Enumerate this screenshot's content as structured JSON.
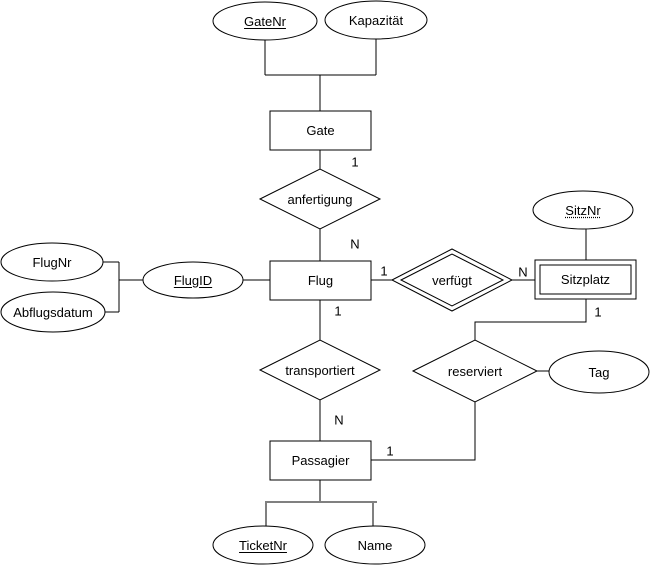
{
  "diagram_type": "entity-relationship",
  "colors": {
    "background": "#ffffff",
    "stroke": "#000000",
    "fill": "#ffffff",
    "text": "#000000",
    "bracket_gray": "#808080"
  },
  "entities": {
    "gate": {
      "label": "Gate",
      "weak": false
    },
    "flug": {
      "label": "Flug",
      "weak": false
    },
    "sitzplatz": {
      "label": "Sitzplatz",
      "weak": true
    },
    "passagier": {
      "label": "Passagier",
      "weak": false
    }
  },
  "relationships": {
    "anfertigung": {
      "label": "anfertigung",
      "identifying": false
    },
    "verfuegt": {
      "label": "verfügt",
      "identifying": true
    },
    "transportiert": {
      "label": "transportiert",
      "identifying": false
    },
    "reserviert": {
      "label": "reserviert",
      "identifying": false
    }
  },
  "attributes": {
    "gatenr": {
      "label": "GateNr",
      "underline": "solid",
      "attached_to": "Gate"
    },
    "kapazitaet": {
      "label": "Kapazität",
      "underline": "none",
      "attached_to": "Gate"
    },
    "flugnr": {
      "label": "FlugNr",
      "underline": "none",
      "attached_to": "Flug"
    },
    "abflugsdatum": {
      "label": "Abflugsdatum",
      "underline": "none",
      "attached_to": "Flug"
    },
    "flugid": {
      "label": "FlugID",
      "underline": "solid",
      "attached_to": "Flug"
    },
    "sitznr": {
      "label": "SitzNr",
      "underline": "dotted",
      "attached_to": "Sitzplatz"
    },
    "tag": {
      "label": "Tag",
      "underline": "none",
      "attached_to": "reserviert"
    },
    "ticketnr": {
      "label": "TicketNr",
      "underline": "solid",
      "attached_to": "Passagier"
    },
    "name": {
      "label": "Name",
      "underline": "none",
      "attached_to": "Passagier"
    }
  },
  "cardinalities": {
    "gate_anfertigung": "1",
    "anfertigung_flug": "N",
    "flug_verfuegt": "1",
    "verfuegt_sitzplatz": "N",
    "flug_transportiert": "1",
    "transportiert_passagier": "N",
    "sitzplatz_reserviert": "1",
    "reserviert_passagier": "1"
  },
  "edges": [
    {
      "from": "Gate",
      "to": "anfertigung",
      "label": "1"
    },
    {
      "from": "anfertigung",
      "to": "Flug",
      "label": "N"
    },
    {
      "from": "Flug",
      "to": "verfügt",
      "label": "1"
    },
    {
      "from": "verfügt",
      "to": "Sitzplatz",
      "label": "N"
    },
    {
      "from": "Flug",
      "to": "transportiert",
      "label": "1"
    },
    {
      "from": "transportiert",
      "to": "Passagier",
      "label": "N"
    },
    {
      "from": "Sitzplatz",
      "to": "reserviert",
      "label": "1"
    },
    {
      "from": "reserviert",
      "to": "Passagier",
      "label": "1"
    },
    {
      "from": "GateNr",
      "to": "Gate",
      "label": ""
    },
    {
      "from": "Kapazität",
      "to": "Gate",
      "label": ""
    },
    {
      "from": "FlugNr",
      "to": "Flug",
      "label": ""
    },
    {
      "from": "Abflugsdatum",
      "to": "Flug",
      "label": ""
    },
    {
      "from": "FlugID",
      "to": "Flug",
      "label": ""
    },
    {
      "from": "SitzNr",
      "to": "Sitzplatz",
      "label": ""
    },
    {
      "from": "Tag",
      "to": "reserviert",
      "label": ""
    },
    {
      "from": "TicketNr",
      "to": "Passagier",
      "label": ""
    },
    {
      "from": "Name",
      "to": "Passagier",
      "label": ""
    }
  ]
}
